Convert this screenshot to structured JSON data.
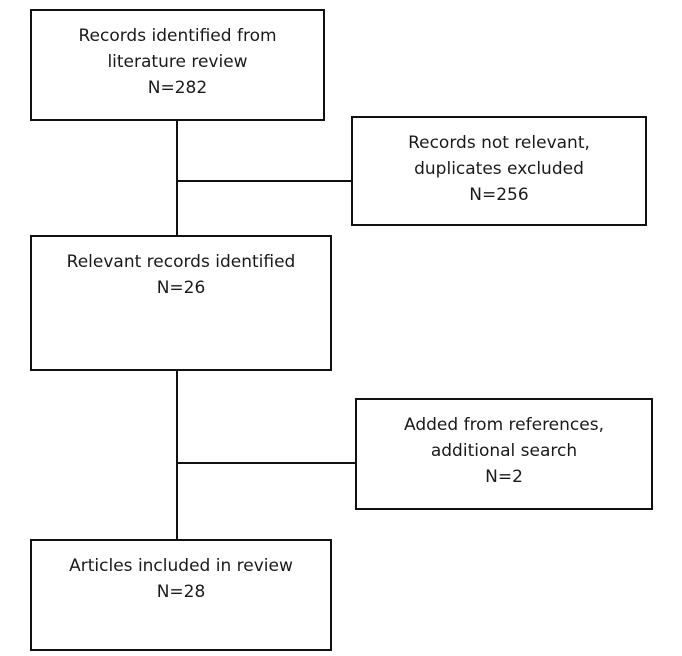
{
  "diagram": {
    "type": "flowchart",
    "boxes": [
      {
        "id": "records-identified",
        "lines": [
          "Records identified from",
          "literature review",
          "N=282"
        ]
      },
      {
        "id": "records-excluded",
        "lines": [
          "Records not relevant,",
          "duplicates excluded",
          "N=256"
        ]
      },
      {
        "id": "relevant-records",
        "lines": [
          "Relevant records identified",
          "N=26"
        ]
      },
      {
        "id": "added-records",
        "lines": [
          "Added from references,",
          "additional search",
          "N=2"
        ]
      },
      {
        "id": "articles-included",
        "lines": [
          "Articles included in review",
          "N=28"
        ]
      }
    ],
    "connections": [
      {
        "from": "records-identified",
        "to": "relevant-records",
        "direction": "down"
      },
      {
        "from": "records-identified",
        "to": "records-excluded",
        "direction": "branch-right"
      },
      {
        "from": "relevant-records",
        "to": "articles-included",
        "direction": "down"
      },
      {
        "from": "added-records",
        "to": "articles-included",
        "direction": "branch-in"
      }
    ]
  }
}
